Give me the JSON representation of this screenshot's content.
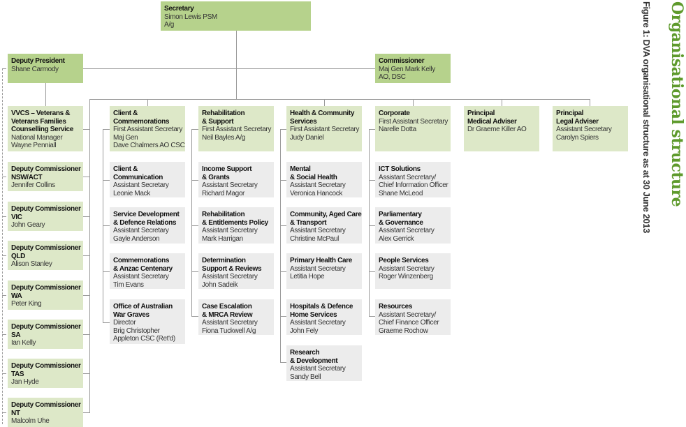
{
  "title": "Organisational structure",
  "caption": "Figure 1: DVA organisational structure as at 30 June 2013",
  "colors": {
    "executive": "#b6d28c",
    "division": "#dde8c8",
    "branch": "#ececec",
    "title": "#5e9a2c"
  },
  "boxes": [
    {
      "id": "secretary",
      "bold": [
        "Secretary"
      ],
      "text": [
        "Simon Lewis PSM",
        "A/g"
      ]
    },
    {
      "id": "deputy-president",
      "bold": [
        "Deputy President"
      ],
      "text": [
        "Shane Carmody"
      ]
    },
    {
      "id": "commissioner",
      "bold": [
        "Commissioner"
      ],
      "text": [
        "Maj Gen Mark Kelly",
        "AO, DSC"
      ]
    },
    {
      "id": "vvcs",
      "bold": [
        "VVCS – Veterans &",
        "Veterans Families",
        "Counselling Service"
      ],
      "text": [
        "National Manager",
        "Wayne Penniall"
      ]
    },
    {
      "id": "dc-nsw",
      "bold": [
        "Deputy Commissioner",
        "NSW/ACT"
      ],
      "text": [
        "Jennifer Collins"
      ]
    },
    {
      "id": "dc-vic",
      "bold": [
        "Deputy Commissioner",
        "VIC"
      ],
      "text": [
        "John Geary"
      ]
    },
    {
      "id": "dc-qld",
      "bold": [
        "Deputy Commissioner",
        "QLD"
      ],
      "text": [
        "Alison Stanley"
      ]
    },
    {
      "id": "dc-wa",
      "bold": [
        "Deputy Commissioner",
        "WA"
      ],
      "text": [
        "Peter King"
      ]
    },
    {
      "id": "dc-sa",
      "bold": [
        "Deputy Commissioner",
        "SA"
      ],
      "text": [
        "Ian Kelly"
      ]
    },
    {
      "id": "dc-tas",
      "bold": [
        "Deputy Commissioner",
        "TAS"
      ],
      "text": [
        "Jan Hyde"
      ]
    },
    {
      "id": "dc-nt",
      "bold": [
        "Deputy Commissioner",
        "NT"
      ],
      "text": [
        "Malcolm Uhe"
      ]
    },
    {
      "id": "client-commemorations",
      "bold": [
        "Client &",
        "Commemorations"
      ],
      "text": [
        "First Assistant Secretary",
        "Maj Gen",
        "Dave Chalmers AO CSC"
      ]
    },
    {
      "id": "rehab-support",
      "bold": [
        "Rehabilitation",
        "& Support"
      ],
      "text": [
        "First Assistant Secretary",
        "Neil Bayles A/g"
      ]
    },
    {
      "id": "health-community",
      "bold": [
        "Health & Community",
        "Services"
      ],
      "text": [
        "First Assistant Secretary",
        "Judy Daniel"
      ]
    },
    {
      "id": "corporate",
      "bold": [
        "Corporate"
      ],
      "text": [
        "First Assistant Secretary",
        "Narelle Dotta"
      ]
    },
    {
      "id": "medical-adviser",
      "bold": [
        "Principal",
        "Medical Adviser"
      ],
      "text": [
        "Dr Graeme Killer AO"
      ]
    },
    {
      "id": "legal-adviser",
      "bold": [
        "Principal",
        "Legal Adviser"
      ],
      "text": [
        "Assistant Secretary",
        "Carolyn Spiers"
      ]
    },
    {
      "id": "client-communication",
      "bold": [
        "Client &",
        "Communication"
      ],
      "text": [
        "Assistant Secretary",
        "Leonie Mack"
      ]
    },
    {
      "id": "service-development",
      "bold": [
        "Service Development",
        "& Defence Relations"
      ],
      "text": [
        "Assistant Secretary",
        "Gayle Anderson"
      ]
    },
    {
      "id": "commemorations-anzac",
      "bold": [
        "Commemorations",
        "& Anzac Centenary"
      ],
      "text": [
        "Assistant Secretary",
        "Tim Evans"
      ]
    },
    {
      "id": "war-graves",
      "bold": [
        "Office of Australian",
        "War Graves"
      ],
      "text": [
        "Director",
        "Brig Christopher",
        "Appleton CSC (Ret'd)"
      ]
    },
    {
      "id": "income-support",
      "bold": [
        "Income Support",
        "& Grants"
      ],
      "text": [
        "Assistant Secretary",
        "Richard Magor"
      ]
    },
    {
      "id": "rehab-entitlements",
      "bold": [
        "Rehabilitation",
        "& Entitlements Policy"
      ],
      "text": [
        "Assistant Secretary",
        "Mark Harrigan"
      ]
    },
    {
      "id": "determination-support",
      "bold": [
        "Determination",
        "Support & Reviews"
      ],
      "text": [
        "Assistant Secretary",
        "John Sadeik"
      ]
    },
    {
      "id": "case-escalation",
      "bold": [
        "Case Escalation",
        "& MRCA Review"
      ],
      "text": [
        "Assistant Secretary",
        "Fiona Tuckwell A/g"
      ]
    },
    {
      "id": "mental-health",
      "bold": [
        "Mental",
        "& Social Health"
      ],
      "text": [
        "Assistant Secretary",
        "Veronica Hancock"
      ]
    },
    {
      "id": "community-aged-care",
      "bold": [
        "Community, Aged Care",
        "& Transport"
      ],
      "text": [
        "Assistant Secretary",
        "Christine McPaul"
      ]
    },
    {
      "id": "primary-health",
      "bold": [
        "Primary Health Care"
      ],
      "text": [
        "Assistant Secretary",
        "Letitia Hope"
      ]
    },
    {
      "id": "hospitals-defence",
      "bold": [
        "Hospitals & Defence",
        "Home Services"
      ],
      "text": [
        "Assistant Secretary",
        "John Fely"
      ]
    },
    {
      "id": "research-development",
      "bold": [
        "Research",
        "& Development"
      ],
      "text": [
        "Assistant Secretary",
        "Sandy Bell"
      ]
    },
    {
      "id": "ict-solutions",
      "bold": [
        "ICT Solutions"
      ],
      "text": [
        "Assistant Secretary/",
        "Chief Information Officer",
        "Shane McLeod"
      ]
    },
    {
      "id": "parliamentary-governance",
      "bold": [
        "Parliamentary",
        "& Governance"
      ],
      "text": [
        "Assistant Secretary",
        "Alex Gerrick"
      ]
    },
    {
      "id": "people-services",
      "bold": [
        "People Services"
      ],
      "text": [
        "Assistant Secretary",
        "Roger Winzenberg"
      ]
    },
    {
      "id": "resources",
      "bold": [
        "Resources"
      ],
      "text": [
        "Assistant Secretary/",
        "Chief Finance Officer",
        "Graeme Rochow"
      ]
    }
  ]
}
